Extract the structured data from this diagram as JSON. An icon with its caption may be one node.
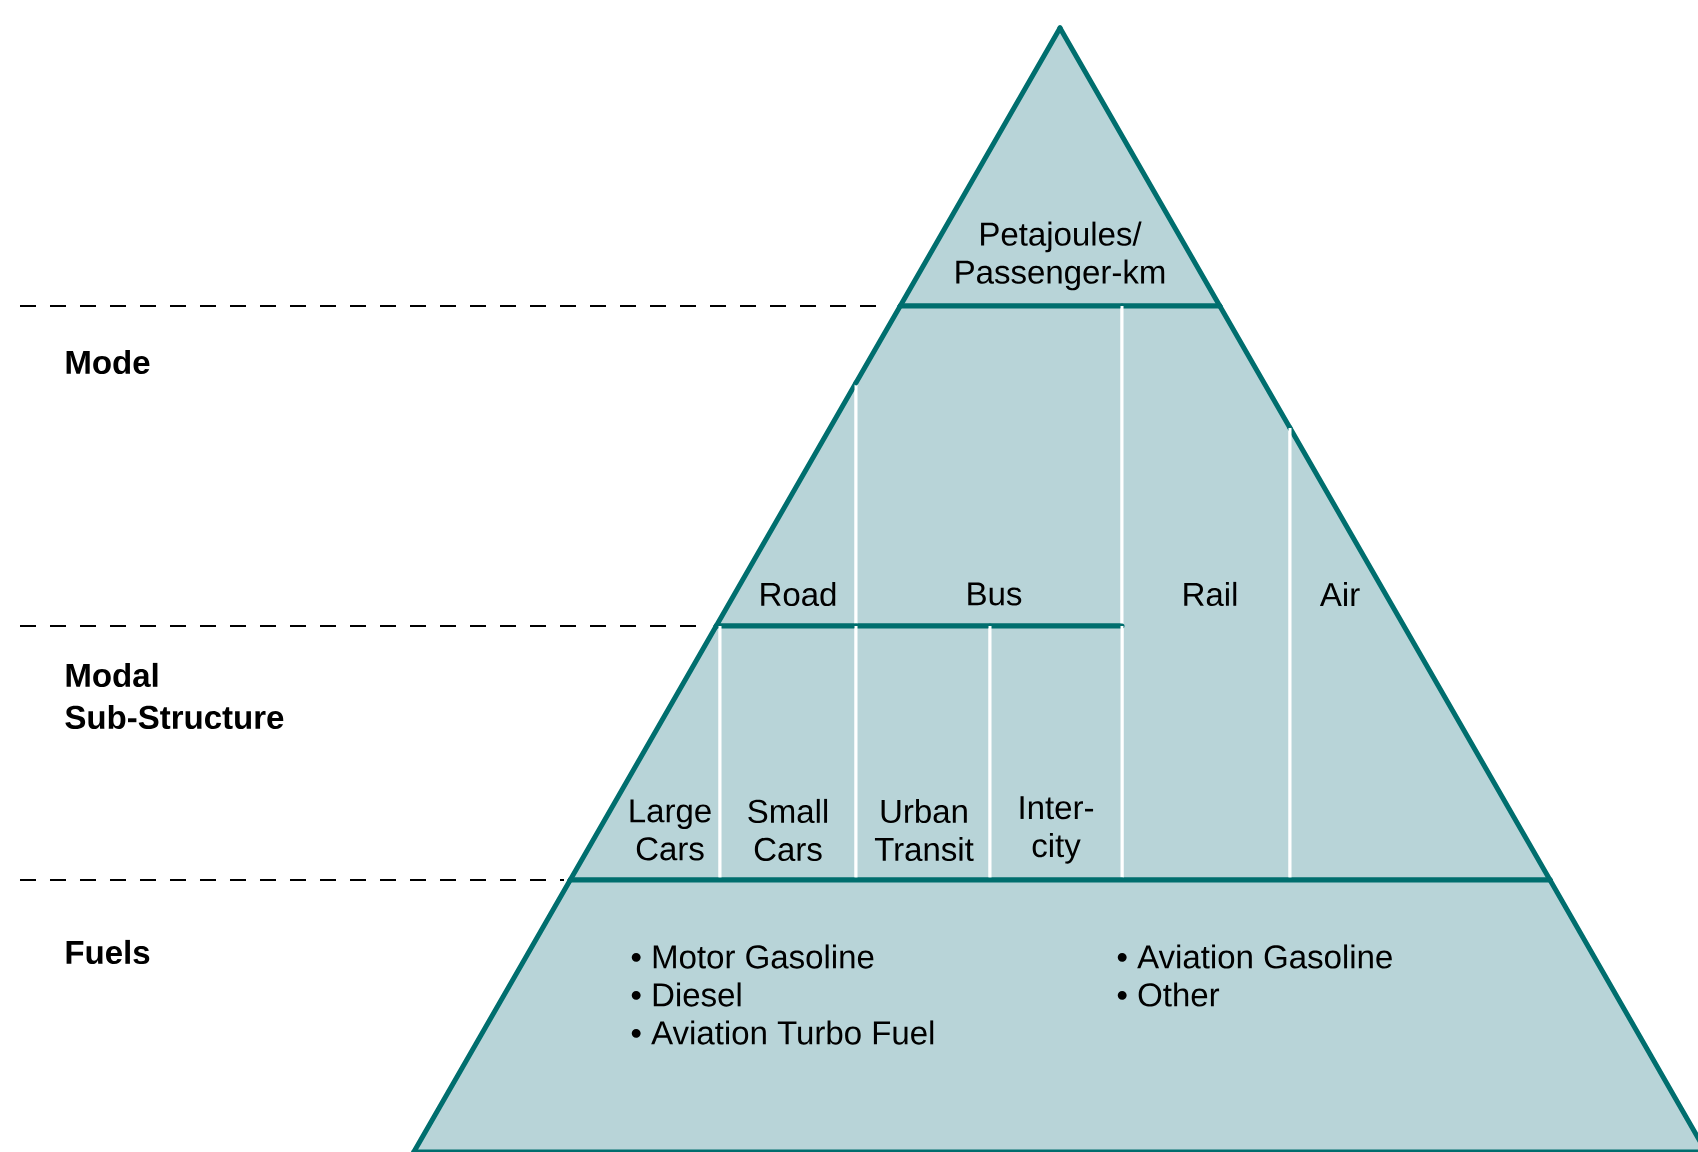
{
  "diagram": {
    "nodes": [
      {
        "text": [
          "Petajoules/ Passenger-km"
        ]
      },
      {
        "text": [
          "Road"
        ]
      },
      {
        "text": [
          "Bus"
        ]
      },
      {
        "text": [
          "Rail"
        ]
      },
      {
        "text": [
          "Air"
        ]
      },
      {
        "text": [
          "Large Cars"
        ]
      },
      {
        "text": [
          "Small Cars"
        ]
      },
      {
        "text": [
          "Urban Transit"
        ]
      },
      {
        "text": [
          "Inter-city"
        ]
      },
      {
        "text": [
          "• Motor Gasoline",
          "• Diesel",
          "• Aviation Turbo Fuel",
          "• Aviation Gasoline",
          "• Other"
        ]
      }
    ],
    "labels": [
      "Mode",
      "Modal Sub-Structure",
      "Fuels"
    ]
  }
}
